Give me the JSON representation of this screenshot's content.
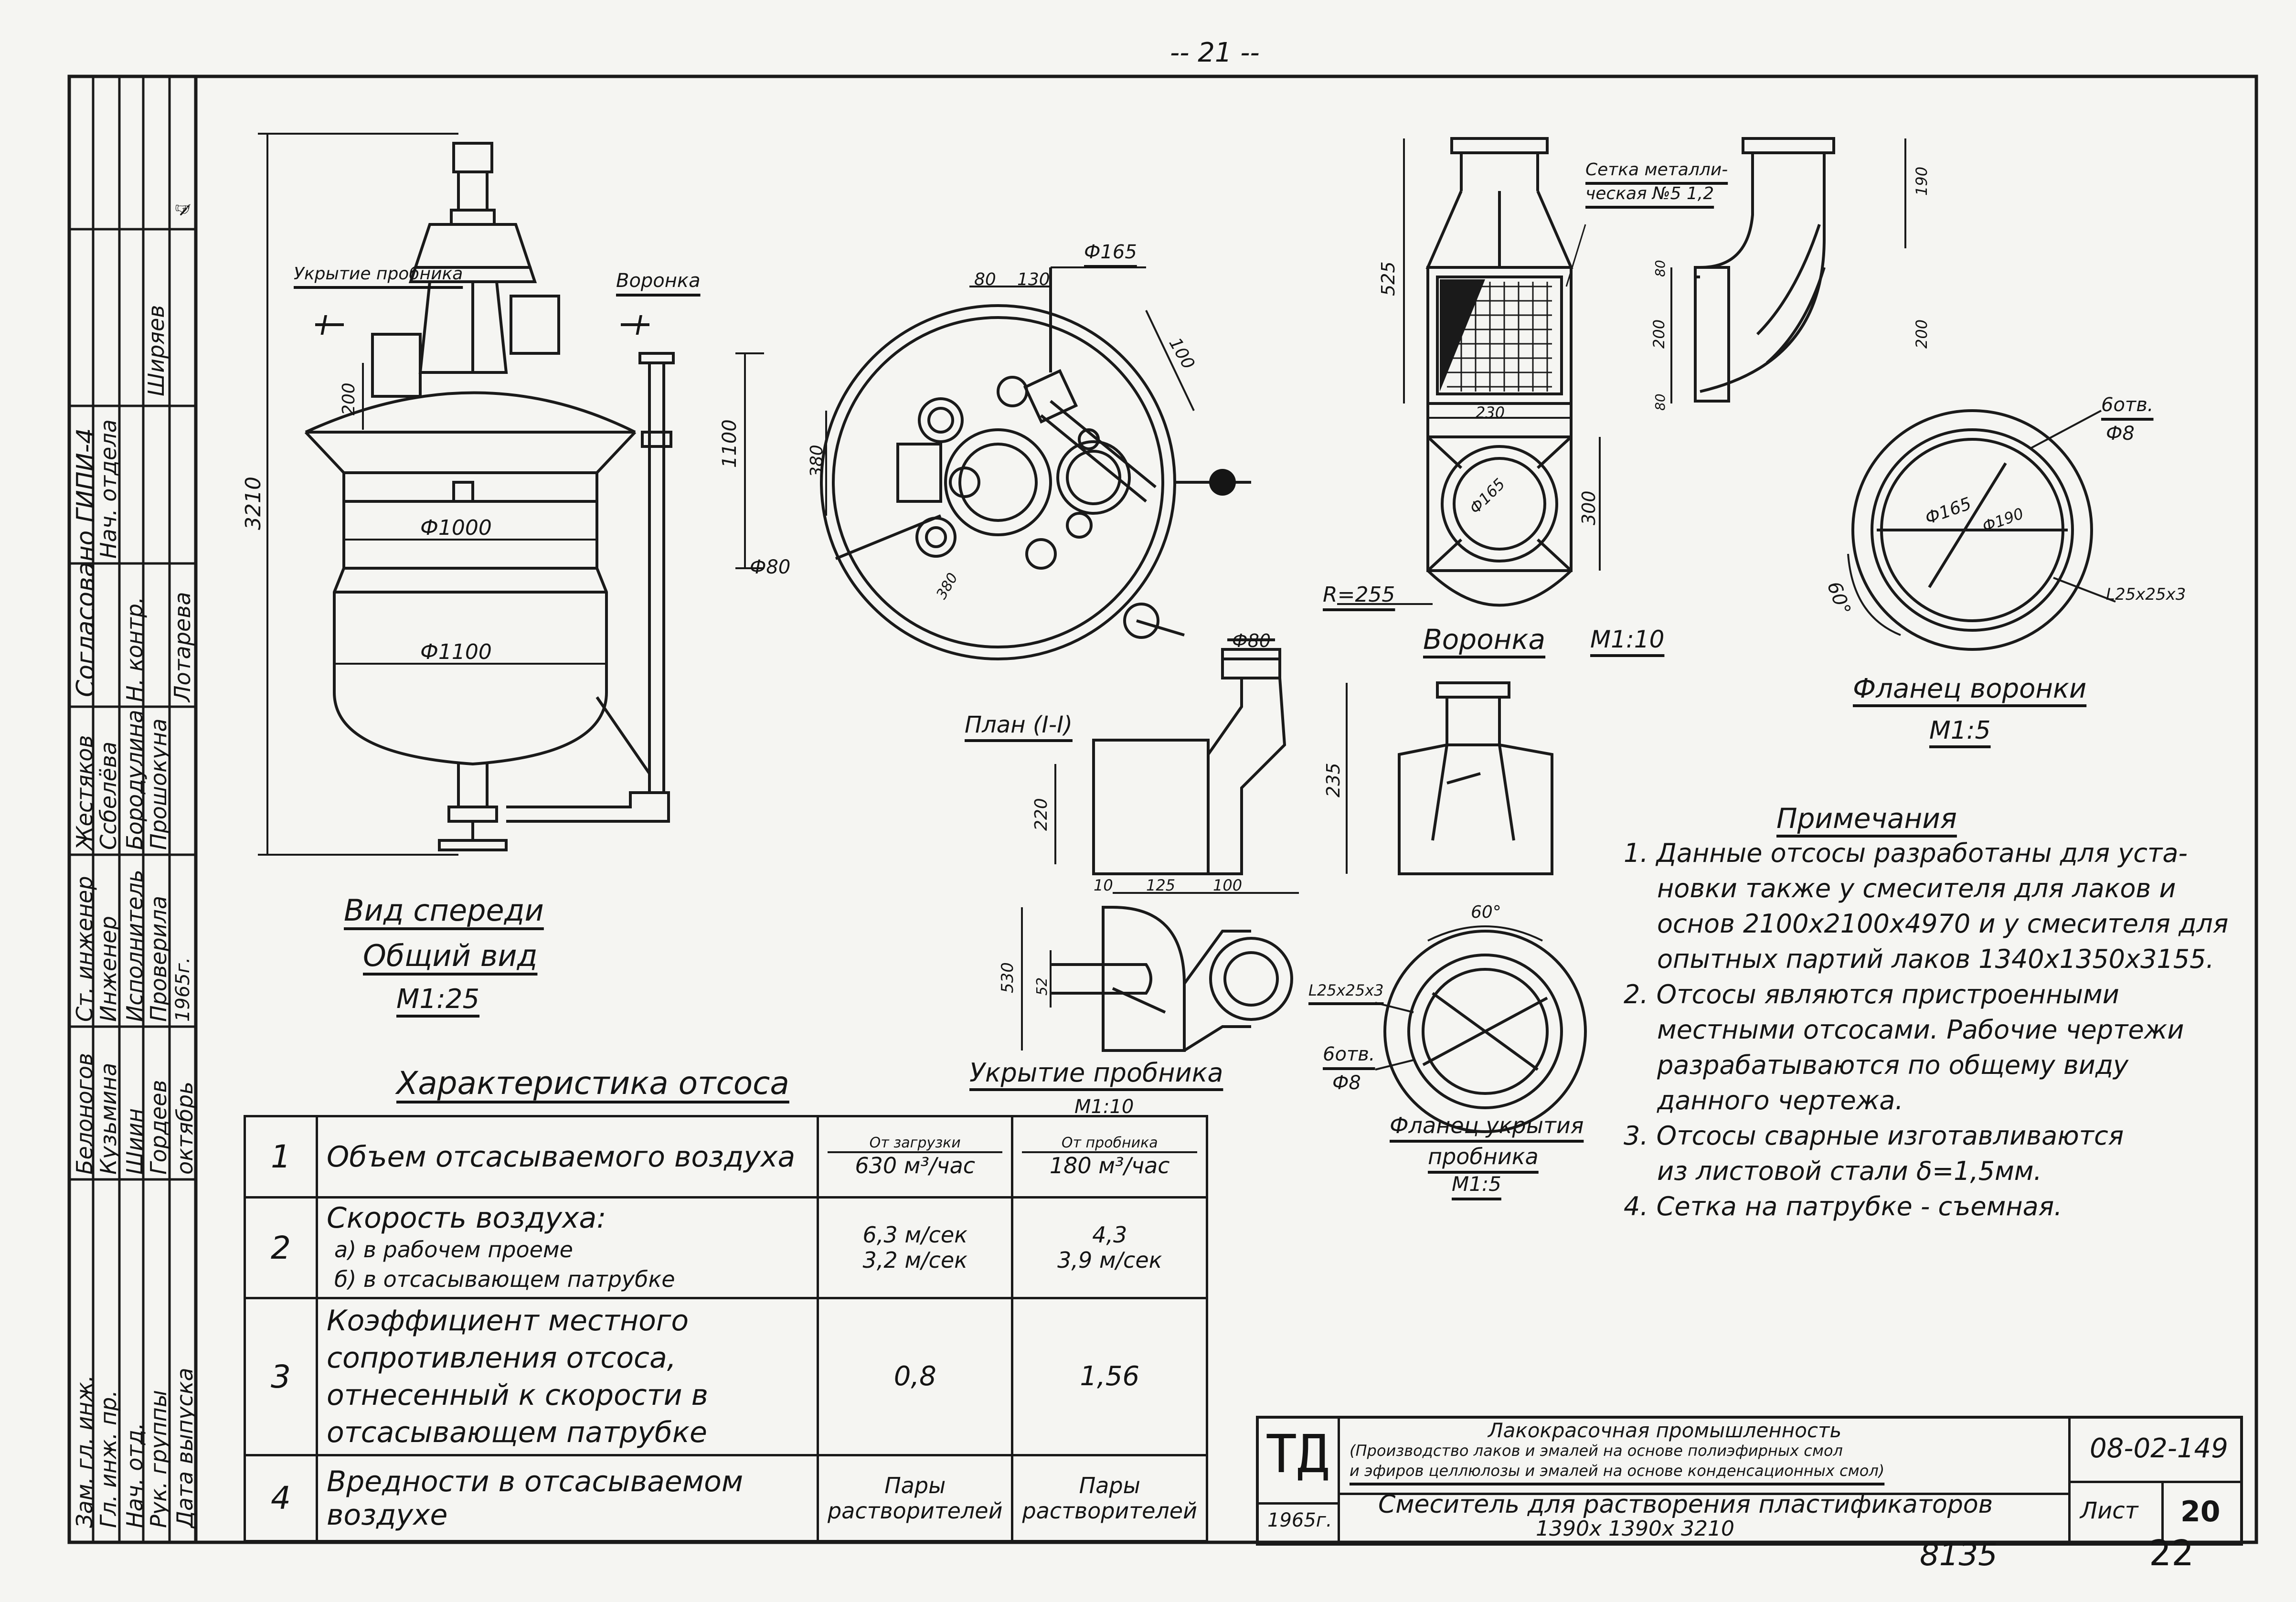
{
  "page_number": "-- 21 --",
  "title_block_side": {
    "approval": "Согласовано ГИПИ-4",
    "roles": [
      "Зам. гл. инж.",
      "Гл. инж. пр.",
      "Нач. отд.",
      "Рук. группы",
      "Дата выпуска"
    ],
    "names": [
      "Белоногов",
      "Кузьмина",
      "Шиин",
      "Гордеев",
      "октябрь"
    ],
    "roles2": [
      "Ст. инженер",
      "Инженер",
      "Исполнитель",
      "Проверила"
    ],
    "names2": [
      "Жестяков",
      "Ссбелёва",
      "Бородулина",
      "Прошокуна"
    ],
    "approval_roles": [
      "Нач. отдела",
      "Н. контр."
    ],
    "approval_names": [
      "Ширяев",
      "Лотарева"
    ],
    "year_note": "1965г."
  },
  "front_view": {
    "labels": {
      "hatch": "Укрытие пробника",
      "funnel": "Воронка",
      "section_mark": "I",
      "dia_1000": "Ф1000",
      "dia_1100": "Ф1100",
      "height": "3210",
      "dim_1100": "1100",
      "dim_200": "200"
    },
    "caption_line1": "Вид спереди",
    "caption_line2": "Общий вид",
    "scale": "М1:25"
  },
  "plan_view": {
    "labels": {
      "d165": "Ф165",
      "d80": "Ф80",
      "dim80": "80",
      "dim130": "130",
      "dim100": "100",
      "dim380": "380",
      "dim380b": "380"
    }
  },
  "plan_section": {
    "caption": "План (I-I)",
    "labels": {
      "d80": "Ф80",
      "dim220": "220"
    }
  },
  "hatch_view": {
    "caption": "Укрытие пробника",
    "scale": "М1:10",
    "labels": {
      "d10": "10",
      "d125": "125",
      "d100": "100",
      "d530": "530",
      "d52": "52"
    }
  },
  "funnel_view": {
    "caption": "Воронка",
    "scale": "М1:10",
    "mesh_label_l1": "Сетка металли-",
    "mesh_label_l2": "ческая №5 1,2",
    "labels": {
      "d525": "525",
      "d230": "230",
      "d300": "300",
      "r255": "R=255",
      "d165": "Ф165",
      "d190": "190",
      "d200": "200",
      "d80a": "80",
      "d80b": "80",
      "d200b": "200"
    }
  },
  "funnel_flange": {
    "caption": "Фланец воронки",
    "scale": "М1:5",
    "labels": {
      "holes": "6отв.",
      "hole_d": "Ф8",
      "d165": "Ф165",
      "d190": "Ф190",
      "angle": "60°",
      "angle_steel": "L25х25х3"
    }
  },
  "hatch_lower": {
    "labels": {
      "d235": "235"
    }
  },
  "hatch_flange": {
    "caption_line1": "Фланец укрытия",
    "caption_line2": "пробника",
    "scale": "М1:5",
    "labels": {
      "angle": "60°",
      "angle_steel": "L25х25х3",
      "holes": "6отв.",
      "hole_d": "Ф8"
    }
  },
  "notes": {
    "title": "Примечания",
    "items": [
      "1. Данные отсосы разработаны для уста-",
      "новки также у смесителя для лаков и",
      "основ 2100х2100х4970 и у смесителя для",
      "опытных партий лаков 1340х1350х3155.",
      "2. Отсосы являются пристроенными",
      "местными отсосами. Рабочие чертежи",
      "разрабатываются по общему виду",
      "данного чертежа.",
      "3. Отсосы сварные изготавливаются",
      "из листовой стали δ=1,5мм.",
      "4. Сетка на патрубке - съемная."
    ]
  },
  "characteristics": {
    "title": "Характеристика отсоса",
    "col_headers": [
      "От загрузки",
      "От пробника"
    ],
    "rows": [
      {
        "num": "1",
        "text": "Объем отсасываемого воздуха",
        "v1": "630 м³/час",
        "v2": "180 м³/час"
      },
      {
        "num": "2",
        "text": "Скорость воздуха:",
        "sub1": "а) в рабочем проеме",
        "sub2": "б) в отсасывающем патрубке",
        "v1a": "6,3 м/сек",
        "v1b": "3,2 м/сек",
        "v2a": "4,3",
        "v2b": "3,9 м/сек"
      },
      {
        "num": "3",
        "text": "Коэффициент местного сопротивления отсоса, отнесенный к скорости в отсасывающем патрубке",
        "v1": "0,8",
        "v2": "1,56"
      },
      {
        "num": "4",
        "text": "Вредности в отсасываемом воздухе",
        "v1": "Пары растворителей",
        "v2": "Пары растворителей"
      }
    ]
  },
  "stamp": {
    "code": "ТД",
    "year": "1965г.",
    "line1": "Лакокрасочная промышленность",
    "line2": "(Производство лаков и эмалей на основе полиэфирных смол",
    "line3": "и эфиров целлюлозы и эмалей на основе конденсационных смол)",
    "line4": "Смеситель для растворения пластификаторов",
    "line5": "1390х 1390х 3210",
    "doc_no": "08-02-149",
    "sheet_label": "Лист",
    "sheet_no": "20",
    "archive_no": "8135",
    "page_no": "22"
  }
}
